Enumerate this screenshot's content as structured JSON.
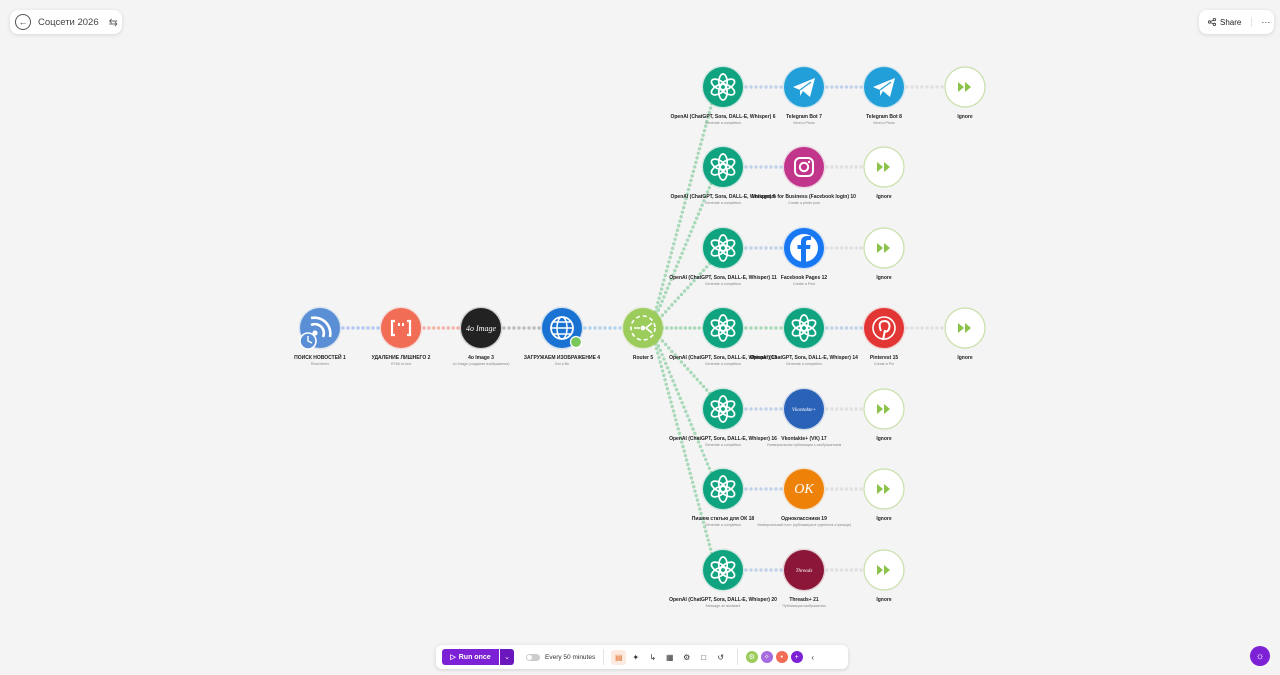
{
  "scenario": {
    "title": "Соцсети 2026"
  },
  "header": {
    "share_label": "Share",
    "more_label": "···"
  },
  "colors": {
    "brand_purple": "#7d21d6",
    "rss": "#5a8fd6",
    "text_parser": "#f26d56",
    "image_4o": "#222222",
    "http": "#1a73d2",
    "router": "#9bcc5c",
    "openai": "#10a37f",
    "telegram": "#229ed9",
    "instagram": "#c1358a",
    "facebook": "#1877f2",
    "pinterest": "#e13634",
    "vk": "#2a62b8",
    "ok": "#ee8208",
    "threads": "#8b1638",
    "ignore": "#8bc34a"
  },
  "modules": [
    {
      "id": "rss",
      "name": "ПОИСК НОВОСТЕЙ",
      "number": "1",
      "sub": "Read items",
      "icon": "rss-icon",
      "kind": "rss"
    },
    {
      "id": "text",
      "name": "УДАЛЕНИЕ ЛИШНЕГО",
      "number": "2",
      "sub": "HTML to text",
      "icon": "text-parser-icon",
      "kind": "text"
    },
    {
      "id": "image4o",
      "name": "4o Image",
      "number": "3",
      "sub": "4o Image (создание изображения)",
      "icon": "4o-image-logo",
      "kind": "image4o",
      "logo": "4o Image"
    },
    {
      "id": "http",
      "name": "ЗАГРУЖАЕМ ИЗОБРАЖЕНИЕ",
      "number": "4",
      "sub": "Get a file",
      "icon": "globe-icon",
      "kind": "http"
    },
    {
      "id": "router",
      "name": "Router",
      "number": "5",
      "sub": "",
      "icon": "router-icon",
      "kind": "router"
    }
  ],
  "branches": [
    {
      "row": 0,
      "modules": [
        {
          "name": "OpenAI (ChatGPT, Sora, DALL-E, Whisper)",
          "number": "6",
          "sub": "Generate a completion",
          "icon": "openai-icon",
          "kind": "openai"
        },
        {
          "name": "Telegram Bot",
          "number": "7",
          "sub": "Send a Photo",
          "icon": "telegram-icon",
          "kind": "telegram"
        },
        {
          "name": "Telegram Bot",
          "number": "8",
          "sub": "Send a Photo",
          "icon": "telegram-icon",
          "kind": "telegram"
        },
        {
          "name": "Ignore",
          "number": "",
          "sub": "",
          "icon": "ignore-icon",
          "kind": "ignore"
        }
      ]
    },
    {
      "row": 1,
      "modules": [
        {
          "name": "OpenAI (ChatGPT, Sora, DALL-E, Whisper)",
          "number": "9",
          "sub": "Generate a completion",
          "icon": "openai-icon",
          "kind": "openai"
        },
        {
          "name": "Instagram for Business (Facebook login)",
          "number": "10",
          "sub": "Create a photo post",
          "icon": "instagram-icon",
          "kind": "instagram"
        },
        {
          "name": "Ignore",
          "number": "",
          "sub": "",
          "icon": "ignore-icon",
          "kind": "ignore"
        }
      ]
    },
    {
      "row": 2,
      "modules": [
        {
          "name": "OpenAI (ChatGPT, Sora, DALL-E, Whisper)",
          "number": "11",
          "sub": "Generate a completion",
          "icon": "openai-icon",
          "kind": "openai"
        },
        {
          "name": "Facebook Pages",
          "number": "12",
          "sub": "Create a Post",
          "icon": "facebook-icon",
          "kind": "facebook"
        },
        {
          "name": "Ignore",
          "number": "",
          "sub": "",
          "icon": "ignore-icon",
          "kind": "ignore"
        }
      ]
    },
    {
      "row": 3,
      "modules": [
        {
          "name": "OpenAI (ChatGPT, Sora, DALL-E, Whisper)",
          "number": "13",
          "sub": "Generate a completion",
          "icon": "openai-icon",
          "kind": "openai"
        },
        {
          "name": "OpenAI (ChatGPT, Sora, DALL-E, Whisper)",
          "number": "14",
          "sub": "Generate a completion",
          "icon": "openai-icon",
          "kind": "openai"
        },
        {
          "name": "Pinterest",
          "number": "15",
          "sub": "Create a Pin",
          "icon": "pinterest-icon",
          "kind": "pinterest"
        },
        {
          "name": "Ignore",
          "number": "",
          "sub": "",
          "icon": "ignore-icon",
          "kind": "ignore"
        }
      ]
    },
    {
      "row": 4,
      "modules": [
        {
          "name": "OpenAI (ChatGPT, Sora, DALL-E, Whisper)",
          "number": "16",
          "sub": "Generate a completion",
          "icon": "openai-icon",
          "kind": "openai"
        },
        {
          "name": "Vkontakte+ (VK)",
          "number": "17",
          "sub": "Универсальная публикация с изображением",
          "icon": "vk-icon",
          "kind": "vk",
          "logo": "Vkontakte+"
        },
        {
          "name": "Ignore",
          "number": "",
          "sub": "",
          "icon": "ignore-icon",
          "kind": "ignore"
        }
      ]
    },
    {
      "row": 5,
      "modules": [
        {
          "name": "Пишем статью для ОК",
          "number": "18",
          "sub": "Generate a completion",
          "icon": "openai-icon",
          "kind": "openai"
        },
        {
          "name": "Одноклассники",
          "number": "19",
          "sub": "Универсальный пост (публикация в группе/на странице)",
          "icon": "ok-icon",
          "kind": "ok",
          "logo": "OK"
        },
        {
          "name": "Ignore",
          "number": "",
          "sub": "",
          "icon": "ignore-icon",
          "kind": "ignore"
        }
      ]
    },
    {
      "row": 6,
      "modules": [
        {
          "name": "OpenAI (ChatGPT, Sora, DALL-E, Whisper)",
          "number": "20",
          "sub": "Message an assistant",
          "icon": "openai-icon",
          "kind": "openai"
        },
        {
          "name": "Threads+",
          "number": "21",
          "sub": "Публикация изображения",
          "icon": "threads-icon",
          "kind": "threads",
          "logo": "Threads"
        },
        {
          "name": "Ignore",
          "number": "",
          "sub": "",
          "icon": "ignore-icon",
          "kind": "ignore"
        }
      ]
    }
  ],
  "toolbar": {
    "run_label": "Run once",
    "schedule_label": "Every 50 minutes",
    "tools": [
      "schedule-icon",
      "auto-align-icon",
      "flow-icon",
      "notes-icon",
      "settings-icon",
      "explain-icon",
      "undo-icon"
    ]
  }
}
